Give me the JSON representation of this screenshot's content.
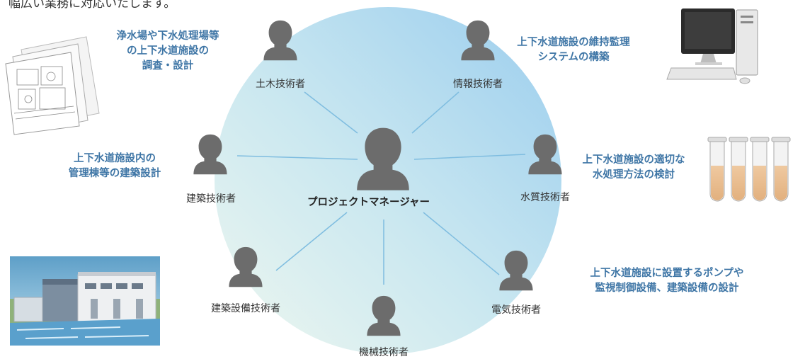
{
  "top_text": "幅広い業務に対応いたします。",
  "center": {
    "label": "プロジェクトマネージャー"
  },
  "roles": {
    "civil": "土木技術者",
    "information": "情報技術者",
    "architecture": "建築技術者",
    "water_quality": "水質技術者",
    "building_equipment": "建築設備技術者",
    "electrical": "電気技術者",
    "mechanical": "機械技術者"
  },
  "descriptions": {
    "civil": [
      "浄水場や下水処理場等",
      "の上下水道施設の",
      "調査・設計"
    ],
    "information": [
      "上下水道施設の維持監理",
      "システムの構築"
    ],
    "architecture": [
      "上下水道施設内の",
      "管理棟等の建築設計"
    ],
    "water_quality": [
      "上下水道施設の適切な",
      "水処理方法の検討"
    ],
    "electrical": [
      "上下水道施設に設置するポンプや",
      "監視制御設備、建築設備の設計"
    ]
  },
  "icons": {
    "person": "person-silhouette-icon",
    "blueprint": "blueprint-drawings-icon",
    "computer": "desktop-computer-icon",
    "test_tubes": "test-tubes-icon",
    "plant": "treatment-plant-illustration"
  },
  "colors": {
    "circle_light": "#e4f3ef",
    "circle_dark": "#a3d1ef",
    "connector": "#7fbde0",
    "person": "#6c6c6c",
    "accent_text": "#3f76a6"
  }
}
